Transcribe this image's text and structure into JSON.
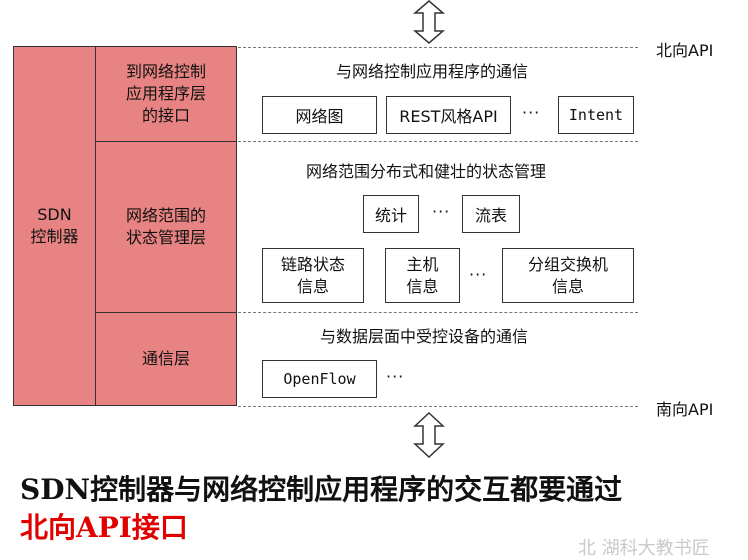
{
  "controller": {
    "label": "SDN\n控制器"
  },
  "layers": {
    "north_interface": "到网络控制\n应用程序层\n的接口",
    "state_mgmt": "网络范围的\n状态管理层",
    "comm": "通信层"
  },
  "api": {
    "north": "北向API",
    "south": "南向API"
  },
  "top_section": {
    "title": "与网络控制应用程序的通信",
    "boxes": [
      "网络图",
      "REST风格API",
      "Intent"
    ],
    "ellipsis": "···"
  },
  "mid_section": {
    "title": "网络范围分布式和健壮的状态管理",
    "row1": [
      "统计",
      "流表"
    ],
    "row2": [
      "链路状态\n信息",
      "主机\n信息",
      "分组交换机\n信息"
    ],
    "ellipsis": "···"
  },
  "bottom_section": {
    "title": "与数据层面中受控设备的通信",
    "boxes": [
      "OpenFlow"
    ],
    "ellipsis": "···"
  },
  "caption": {
    "line1": "SDN控制器与网络控制应用程序的交互都要通过",
    "line2": "北向API接口",
    "line1_color": "#111111",
    "line2_color": "#e00000"
  },
  "watermark": "北 湖科大教书匠",
  "colors": {
    "layer_fill": "#e78382",
    "border": "#333333"
  }
}
